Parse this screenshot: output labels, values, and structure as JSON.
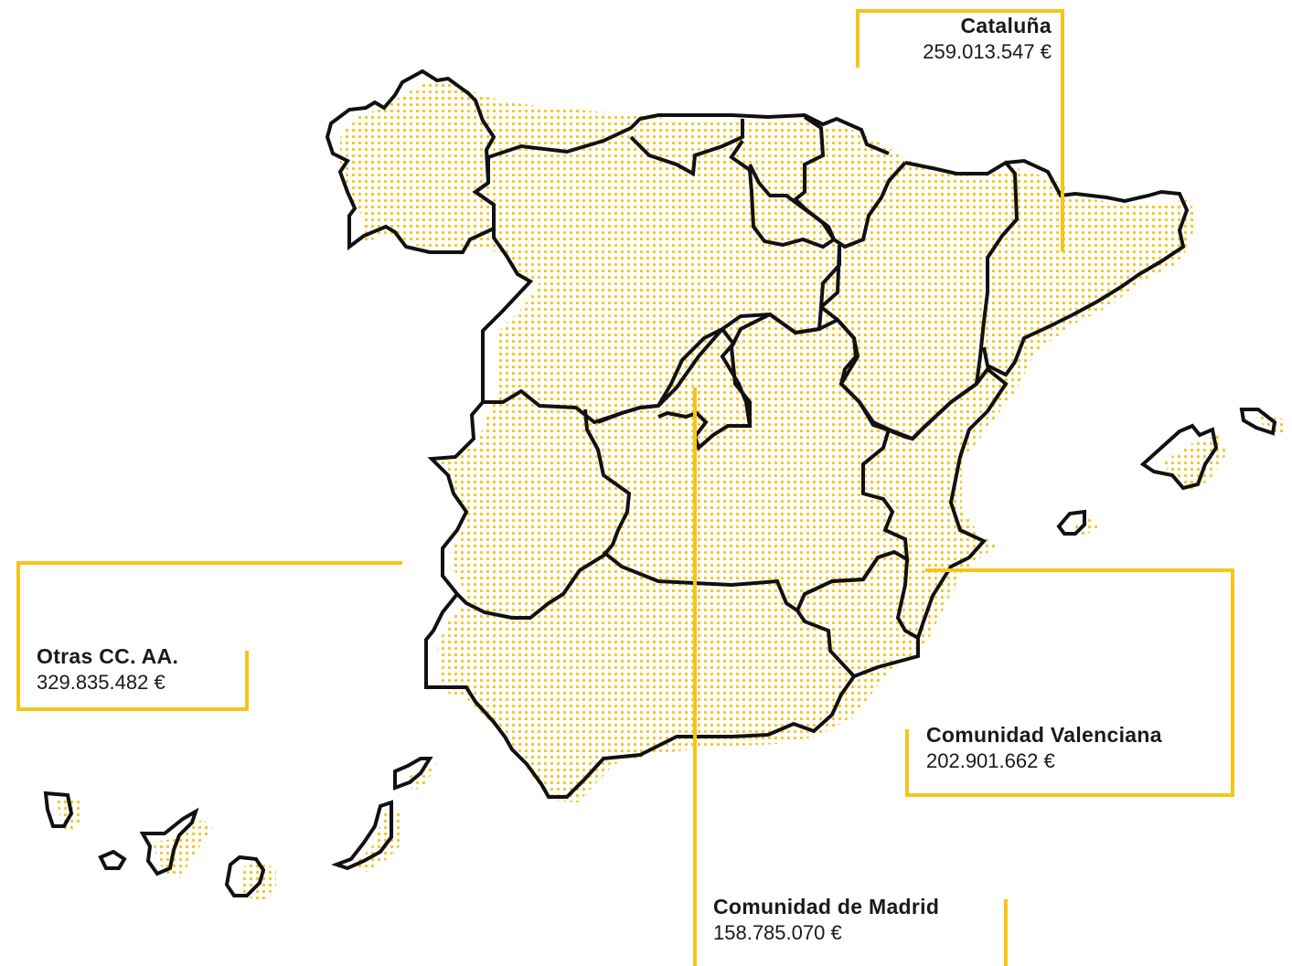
{
  "map": {
    "regions": [
      {
        "id": "cataluna",
        "name": "Cataluña",
        "amount": "259.013.547 €"
      },
      {
        "id": "otras",
        "name": "Otras CC. AA.",
        "amount": "329.835.482 €"
      },
      {
        "id": "valenciana",
        "name": "Comunidad Valenciana",
        "amount": "202.901.662 €"
      },
      {
        "id": "madrid",
        "name": "Comunidad de Madrid",
        "amount": "158.785.070 €"
      }
    ]
  },
  "style": {
    "accent": "#F5C518",
    "outline": "#111111",
    "background": "#FFFFFF"
  }
}
